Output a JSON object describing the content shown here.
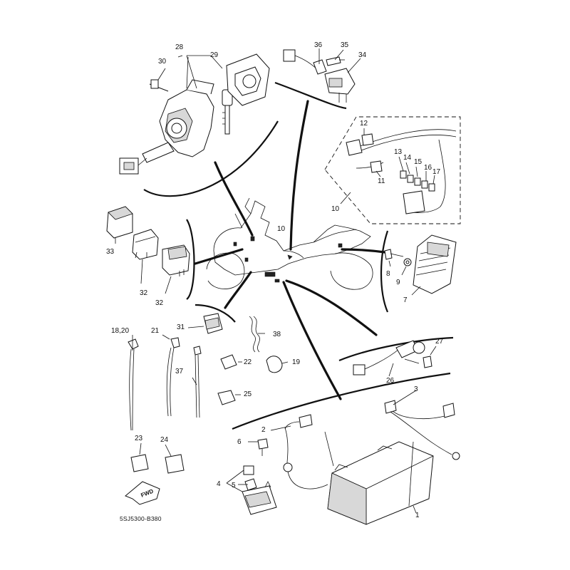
{
  "diagram": {
    "drawing_code": "5SJ5300-B380",
    "fwd_label": "FWD",
    "callouts": {
      "c1": "1",
      "c2": "2",
      "c3": "3",
      "c4": "4",
      "c5": "5",
      "c6": "6",
      "c7": "7",
      "c8": "8",
      "c9": "9",
      "c10a": "10",
      "c10b": "10",
      "c11": "11",
      "c12": "12",
      "c13": "13",
      "c14": "14",
      "c15": "15",
      "c16": "16",
      "c17": "17",
      "c18_20": "18,20",
      "c19": "19",
      "c21": "21",
      "c22": "22",
      "c23": "23",
      "c24": "24",
      "c25": "25",
      "c26": "26",
      "c27": "27",
      "c28": "28",
      "c29": "29",
      "c30": "30",
      "c31": "31",
      "c32a": "32",
      "c32b": "32",
      "c33": "33",
      "c34": "34",
      "c35": "35",
      "c36": "36",
      "c37": "37",
      "c38": "38"
    }
  }
}
